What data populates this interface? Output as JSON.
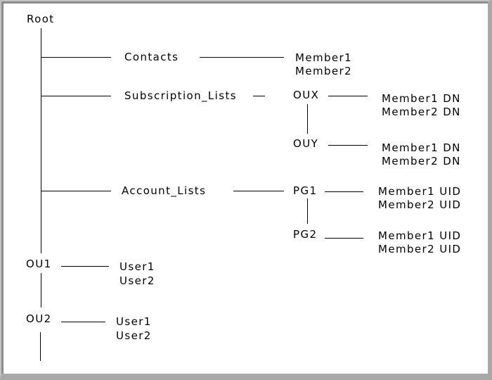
{
  "diagram": {
    "root": {
      "label": "Root"
    },
    "contacts": {
      "label": "Contacts",
      "members": [
        "Member1",
        "Member2"
      ]
    },
    "subscription_lists": {
      "label": "Subscription_Lists",
      "groups": [
        {
          "label": "OUX",
          "members": [
            "Member1 DN",
            "Member2 DN"
          ]
        },
        {
          "label": "OUY",
          "members": [
            "Member1 DN",
            "Member2 DN"
          ]
        }
      ]
    },
    "account_lists": {
      "label": "Account_Lists",
      "groups": [
        {
          "label": "PG1",
          "members": [
            "Member1 UID",
            "Member2 UID"
          ]
        },
        {
          "label": "PG2",
          "members": [
            "Member1 UID",
            "Member2 UID"
          ]
        }
      ]
    },
    "ous": [
      {
        "label": "OU1",
        "users": [
          "User1",
          "User2"
        ]
      },
      {
        "label": "OU2",
        "users": [
          "User1",
          "User2"
        ]
      }
    ]
  },
  "colors": {
    "background": "#ffffff",
    "line": "#000000",
    "text": "#000000",
    "panel_border_light": "#c2c2c2",
    "panel_border_dark": "#8c8c8c",
    "panel_border_medium": "#a8a8a8"
  }
}
